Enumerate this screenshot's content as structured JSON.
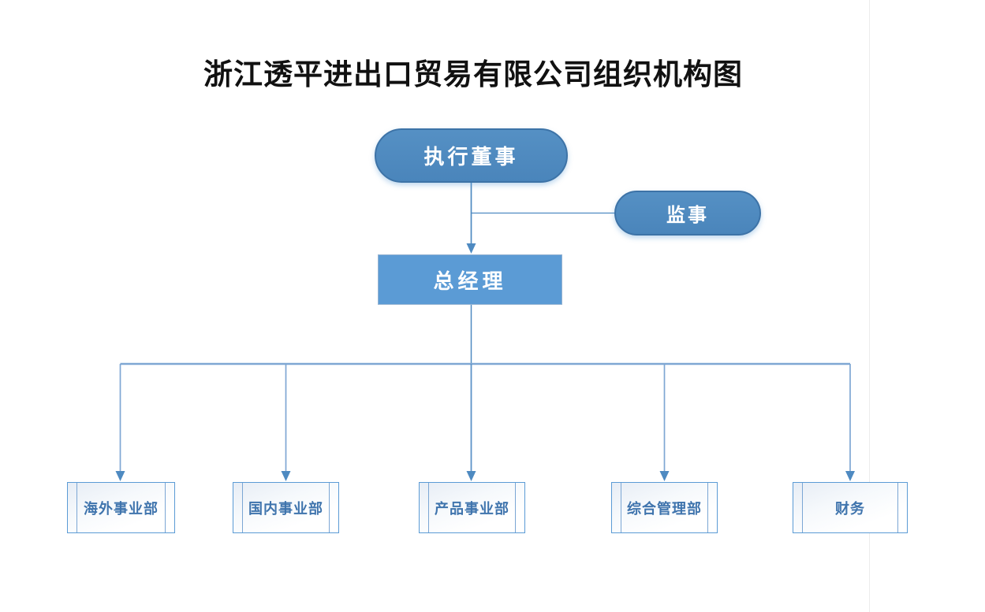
{
  "title": "浙江透平进出口贸易有限公司组织机构图",
  "diagram": {
    "type": "org-chart",
    "nodes": {
      "executive_director": {
        "label": "执行董事",
        "shape": "rounded-pill",
        "fill": "#4d87bd",
        "text_color": "#ffffff"
      },
      "supervisor": {
        "label": "监事",
        "shape": "rounded-pill",
        "fill": "#4d87bd",
        "text_color": "#ffffff"
      },
      "general_manager": {
        "label": "总经理",
        "shape": "rectangle",
        "fill": "#5b9bd5",
        "text_color": "#ffffff"
      },
      "departments": [
        {
          "label": "海外事业部"
        },
        {
          "label": "国内事业部"
        },
        {
          "label": "产品事业部"
        },
        {
          "label": "综合管理部"
        },
        {
          "label": "财务"
        }
      ]
    },
    "edges": [
      {
        "from": "executive_director",
        "to": "general_manager",
        "arrow": true
      },
      {
        "from": "executive_director",
        "to": "supervisor",
        "arrow": false
      },
      {
        "from": "general_manager",
        "to": "海外事业部",
        "arrow": true
      },
      {
        "from": "general_manager",
        "to": "国内事业部",
        "arrow": true
      },
      {
        "from": "general_manager",
        "to": "产品事业部",
        "arrow": true
      },
      {
        "from": "general_manager",
        "to": "综合管理部",
        "arrow": true
      },
      {
        "from": "general_manager",
        "to": "财务",
        "arrow": true
      }
    ]
  },
  "colors": {
    "title_text": "#111111",
    "pill_fill": "#4d87bd",
    "pill_border": "#3d73a7",
    "gm_fill": "#5b9bd5",
    "connector_dark": "#4e8ac1",
    "connector_light": "#7fa7d3",
    "department_border": "#5b9bd5",
    "department_text": "#3f74ad",
    "page_edge_line": "#ececec"
  }
}
